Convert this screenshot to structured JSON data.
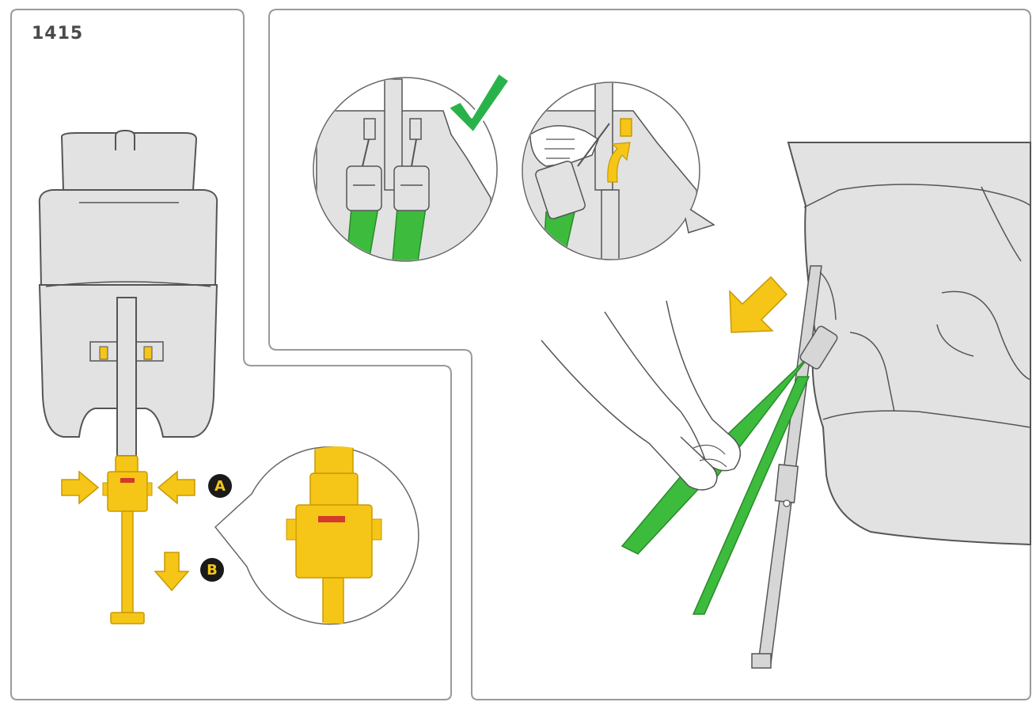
{
  "step": {
    "number": "1415"
  },
  "markers": {
    "a": "A",
    "b": "B"
  },
  "colors": {
    "seat_fill": "#e2e2e2",
    "line": "#555555",
    "panel_border": "#9a9a9a",
    "strap_green": "#3dbb3d",
    "strap_green_dark": "#2a8a2a",
    "yellow": "#f5c518",
    "yellow_dark": "#c89a00",
    "arrow_yellow": "#f5c518",
    "check_green": "#2ab24a",
    "marker_bg": "#1a1a1a",
    "marker_text": "#f5c518",
    "red_indicator": "#d23a2a"
  },
  "icons": {
    "check": "check-icon",
    "arrow_press_left": "arrow-right-icon",
    "arrow_press_right": "arrow-left-icon",
    "arrow_down": "arrow-down-icon",
    "arrow_rotate": "arrow-curved-up-icon",
    "arrow_diagonal": "arrow-down-left-icon"
  }
}
